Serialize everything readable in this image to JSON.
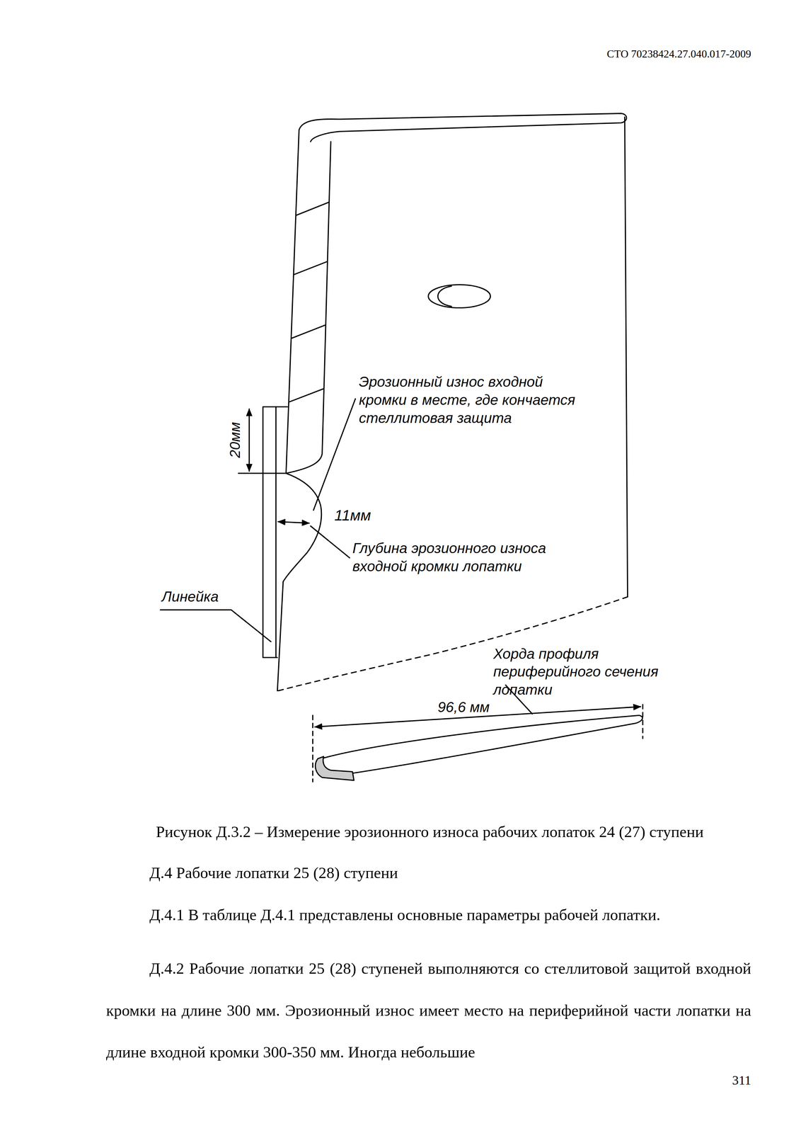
{
  "diagram": {
    "caption": "Рисунок Д.3.2 – Измерение эрозионного износа рабочих лопаток 24 (27) ступени",
    "labels": [
      "СТО 70238424.27.040.017-2009",
      "Эрозионный износ входной кромки в месте, где кончается стеллитовая защита",
      "20мм",
      "11мм",
      "Глубина эрозионного износа входной кромки лопатки",
      "Линейка",
      "Хорда профиля периферийного сечения лопатки",
      "96,6 мм",
      "Д.4 Рабочие лопатки 25 (28) ступени",
      "Д.4.1 В таблице Д.4.1 представлены основные параметры рабочей лопатки.",
      "Д.4.2 Рабочие лопатки 25 (28) ступеней выполняются со стеллитовой защитой входной кромки на длине 300 мм. Эрозионный износ имеет место на периферийной части лопатки на длине входной кромки 300-350 мм. Иногда небольшие",
      "311"
    ]
  }
}
